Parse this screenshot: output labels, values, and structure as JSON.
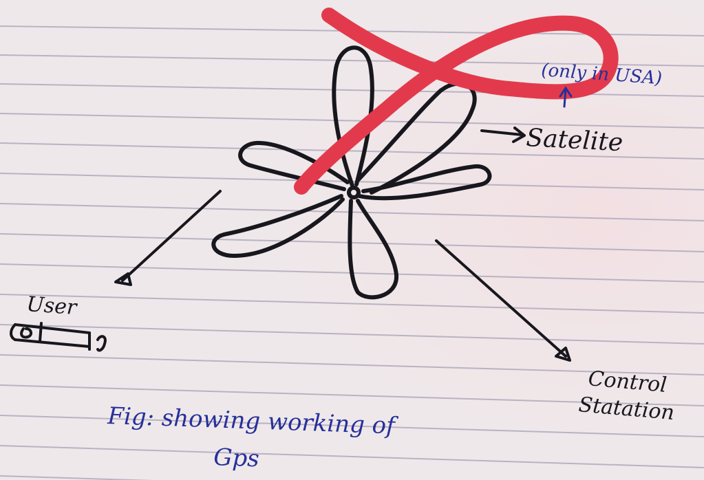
{
  "labels": {
    "only_in_usa": "(only in USA)",
    "satellite": "Satelite",
    "user": "User",
    "control_station_line1": "Control",
    "control_station_line2": "Statation"
  },
  "caption": {
    "line1": "Fig: showing working of",
    "line2": "Gps"
  },
  "colors": {
    "paper": "#efe8ea",
    "rule_line": "#b9b2c2",
    "ink": "#17171d",
    "blue_ink": "#25309a",
    "cross_mark": "#e23a4c"
  }
}
